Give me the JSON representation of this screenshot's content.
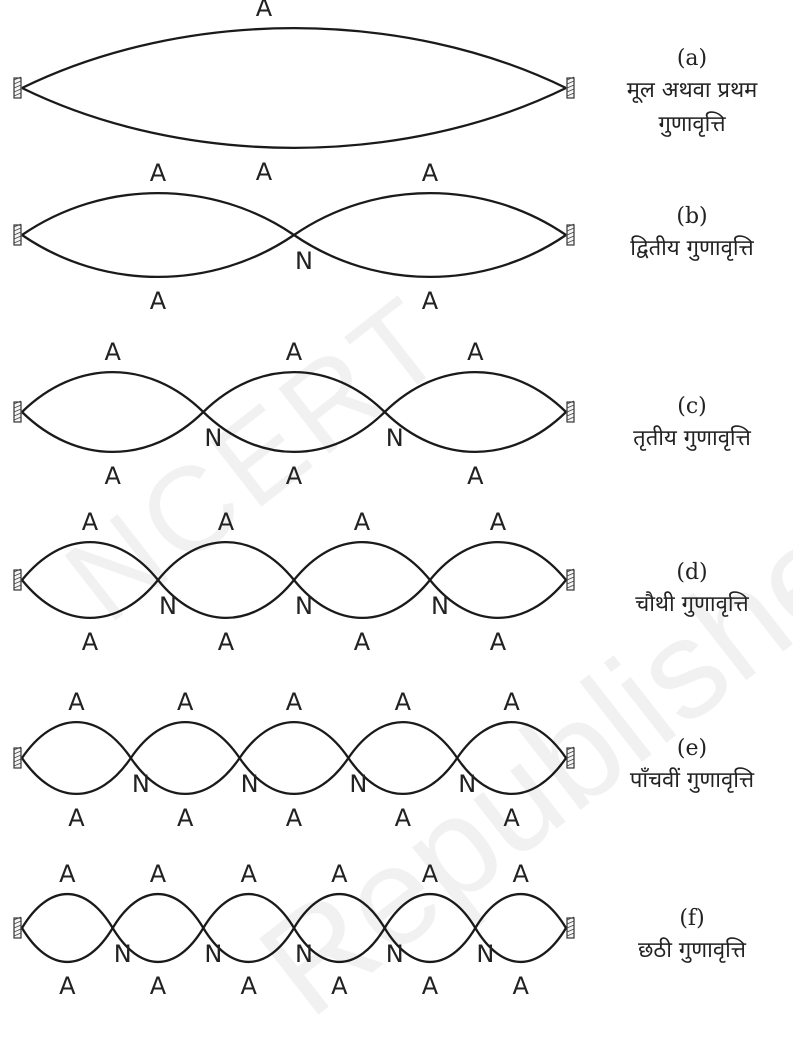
{
  "watermark": {
    "line1": "NCERT",
    "line2": "Republished"
  },
  "rows": [
    {
      "letter": "(a)",
      "name": "मूल अथवा प्रथम गुणावृत्ति",
      "loops": 1,
      "nodes": [],
      "antinode_labels": [
        "A",
        "A"
      ]
    },
    {
      "letter": "(b)",
      "name": "द्वितीय गुणावृत्ति",
      "loops": 2,
      "nodes": [
        "N"
      ],
      "antinode_labels": [
        "A",
        "A"
      ]
    },
    {
      "letter": "(c)",
      "name": "तृतीय गुणावृत्ति",
      "loops": 3,
      "nodes": [
        "N",
        "N"
      ],
      "antinode_labels": [
        "A",
        "A"
      ]
    },
    {
      "letter": "(d)",
      "name": "चौथी गुणावृत्ति",
      "loops": 4,
      "nodes": [
        "N",
        "N",
        "N"
      ],
      "antinode_labels": [
        "A",
        "A"
      ]
    },
    {
      "letter": "(e)",
      "name": "पाँचवीं गुणावृत्ति",
      "loops": 5,
      "nodes": [
        "N",
        "N",
        "N",
        "N"
      ],
      "antinode_labels": [
        "A",
        "A"
      ]
    },
    {
      "letter": "(f)",
      "name": "छठी गुणावृत्ति",
      "loops": 6,
      "nodes": [
        "N",
        "N",
        "N",
        "N",
        "N"
      ],
      "antinode_labels": [
        "A",
        "A"
      ]
    }
  ]
}
